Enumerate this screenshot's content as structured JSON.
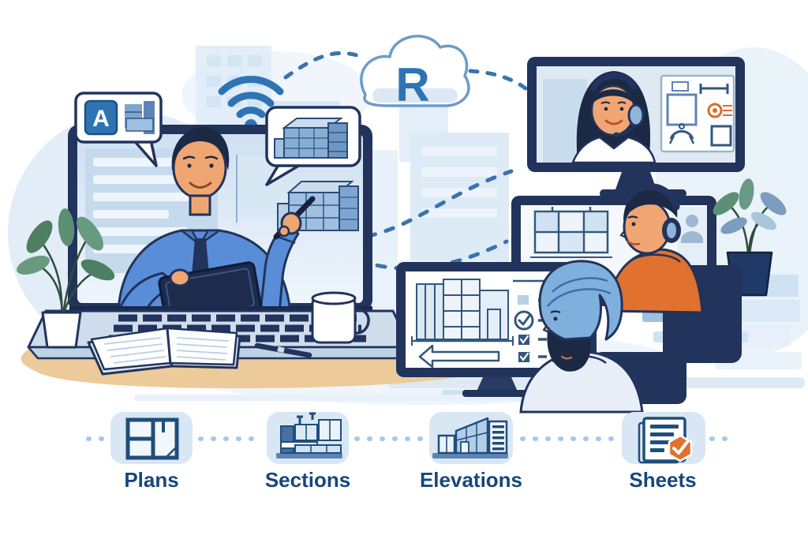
{
  "illustration": {
    "theme": "Remote BIM/CAD collaboration over the cloud",
    "cloud_badge": {
      "letter": "R",
      "icon": "cloud-icon"
    },
    "app_bubble": {
      "letter": "A",
      "icon": "cad-app-icon"
    },
    "workflow": {
      "items": [
        {
          "label": "Plans",
          "icon": "floor-plan-icon"
        },
        {
          "label": "Sections",
          "icon": "building-section-icon"
        },
        {
          "label": "Elevations",
          "icon": "building-elevation-icon"
        },
        {
          "label": "Sheets",
          "icon": "approved-sheet-icon"
        }
      ]
    },
    "colors": {
      "navy_outline": "#22335c",
      "accent_blue": "#2e74b5",
      "label_navy": "#17477c",
      "card_blue": "#d9e7f5",
      "sky_blue_bg": "#e8f1fa",
      "orange_accent": "#e0712f",
      "desk_tan": "#ecca9a",
      "shirt_blue": "#5a8dd8",
      "turban_blue": "#7fb0dd",
      "skin_tone": "#f0a673"
    }
  }
}
